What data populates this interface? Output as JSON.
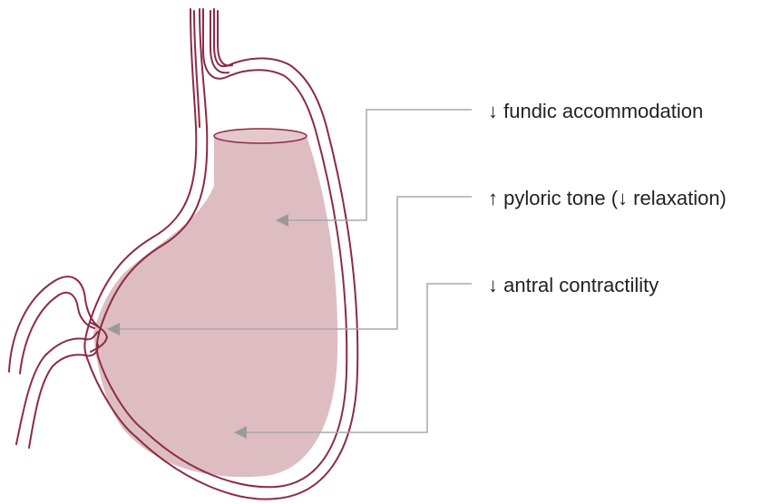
{
  "labels": [
    {
      "text": "↓ fundic accommodation"
    },
    {
      "text": "↑ pyloric tone (↓ relaxation)"
    },
    {
      "text": "↓ antral contractility"
    }
  ],
  "colors": {
    "stomach_outline": "#8c2b45",
    "stomach_fill": "#ddbdc2",
    "content_surface": "#e5c8cc",
    "leader_line": "#a8a8a8",
    "arrow_head": "#9a9a9a",
    "text": "#222222"
  }
}
